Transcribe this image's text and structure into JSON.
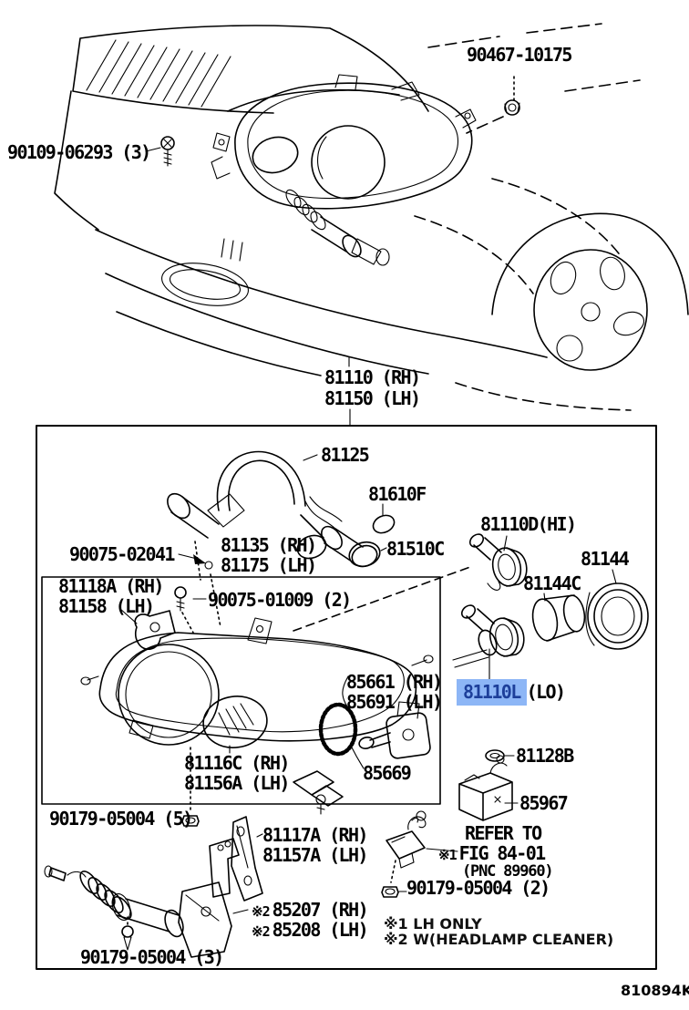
{
  "colors": {
    "highlight_bg": "#8db6f6",
    "highlight_text": "#1d3f9a",
    "line": "#000000"
  },
  "labels": {
    "clip": "90467-10175",
    "screw_top": "90109-06293 (3)",
    "assy_rh": "81110 (RH)",
    "assy_lh": "81150 (LH)",
    "cord": "81125",
    "bulb_socket": "81610F",
    "screw_cord": "90075-02041",
    "socket_rh": "81135 (RH)",
    "socket_lh": "81175 (LH)",
    "bulb_turn": "81510C",
    "bulb_hi": "81110D(HI)",
    "ring": "81144",
    "cap": "81144C",
    "bracket_upper_rh": "81118A (RH)",
    "bracket_upper_lh": "81158 (LH)",
    "screw_unit": "90075-01009 (2)",
    "leveling_rh": "85661 (RH)",
    "leveling_lh": "85691 (LH)",
    "bulb_lo": "81110L",
    "bulb_lo_suffix": "(LO)",
    "gasket": "81128B",
    "bracket_lower_rh": "81116C (RH)",
    "bracket_lower_lh": "81156A (LH)",
    "motor": "85669",
    "ecu": "85967",
    "nut5": "90179-05004 (5)",
    "bracket_side_rh": "81117A (RH)",
    "bracket_side_lh": "81157A (LH)",
    "refer_line1": "REFER TO",
    "refer_prefix": "※1",
    "refer_line2": "FIG 84-01",
    "refer_line3": "(PNC 89960)",
    "nut2": "90179-05004 (2)",
    "cleaner_prefix": "※2",
    "cleaner_rh": "85207 (RH)",
    "cleaner_lh": "85208 (LH)",
    "note1": "※1 LH ONLY",
    "note2": "※2 W(HEADLAMP CLEANER)",
    "nut3": "90179-05004 (3)"
  },
  "footer": {
    "code": "810894K"
  }
}
